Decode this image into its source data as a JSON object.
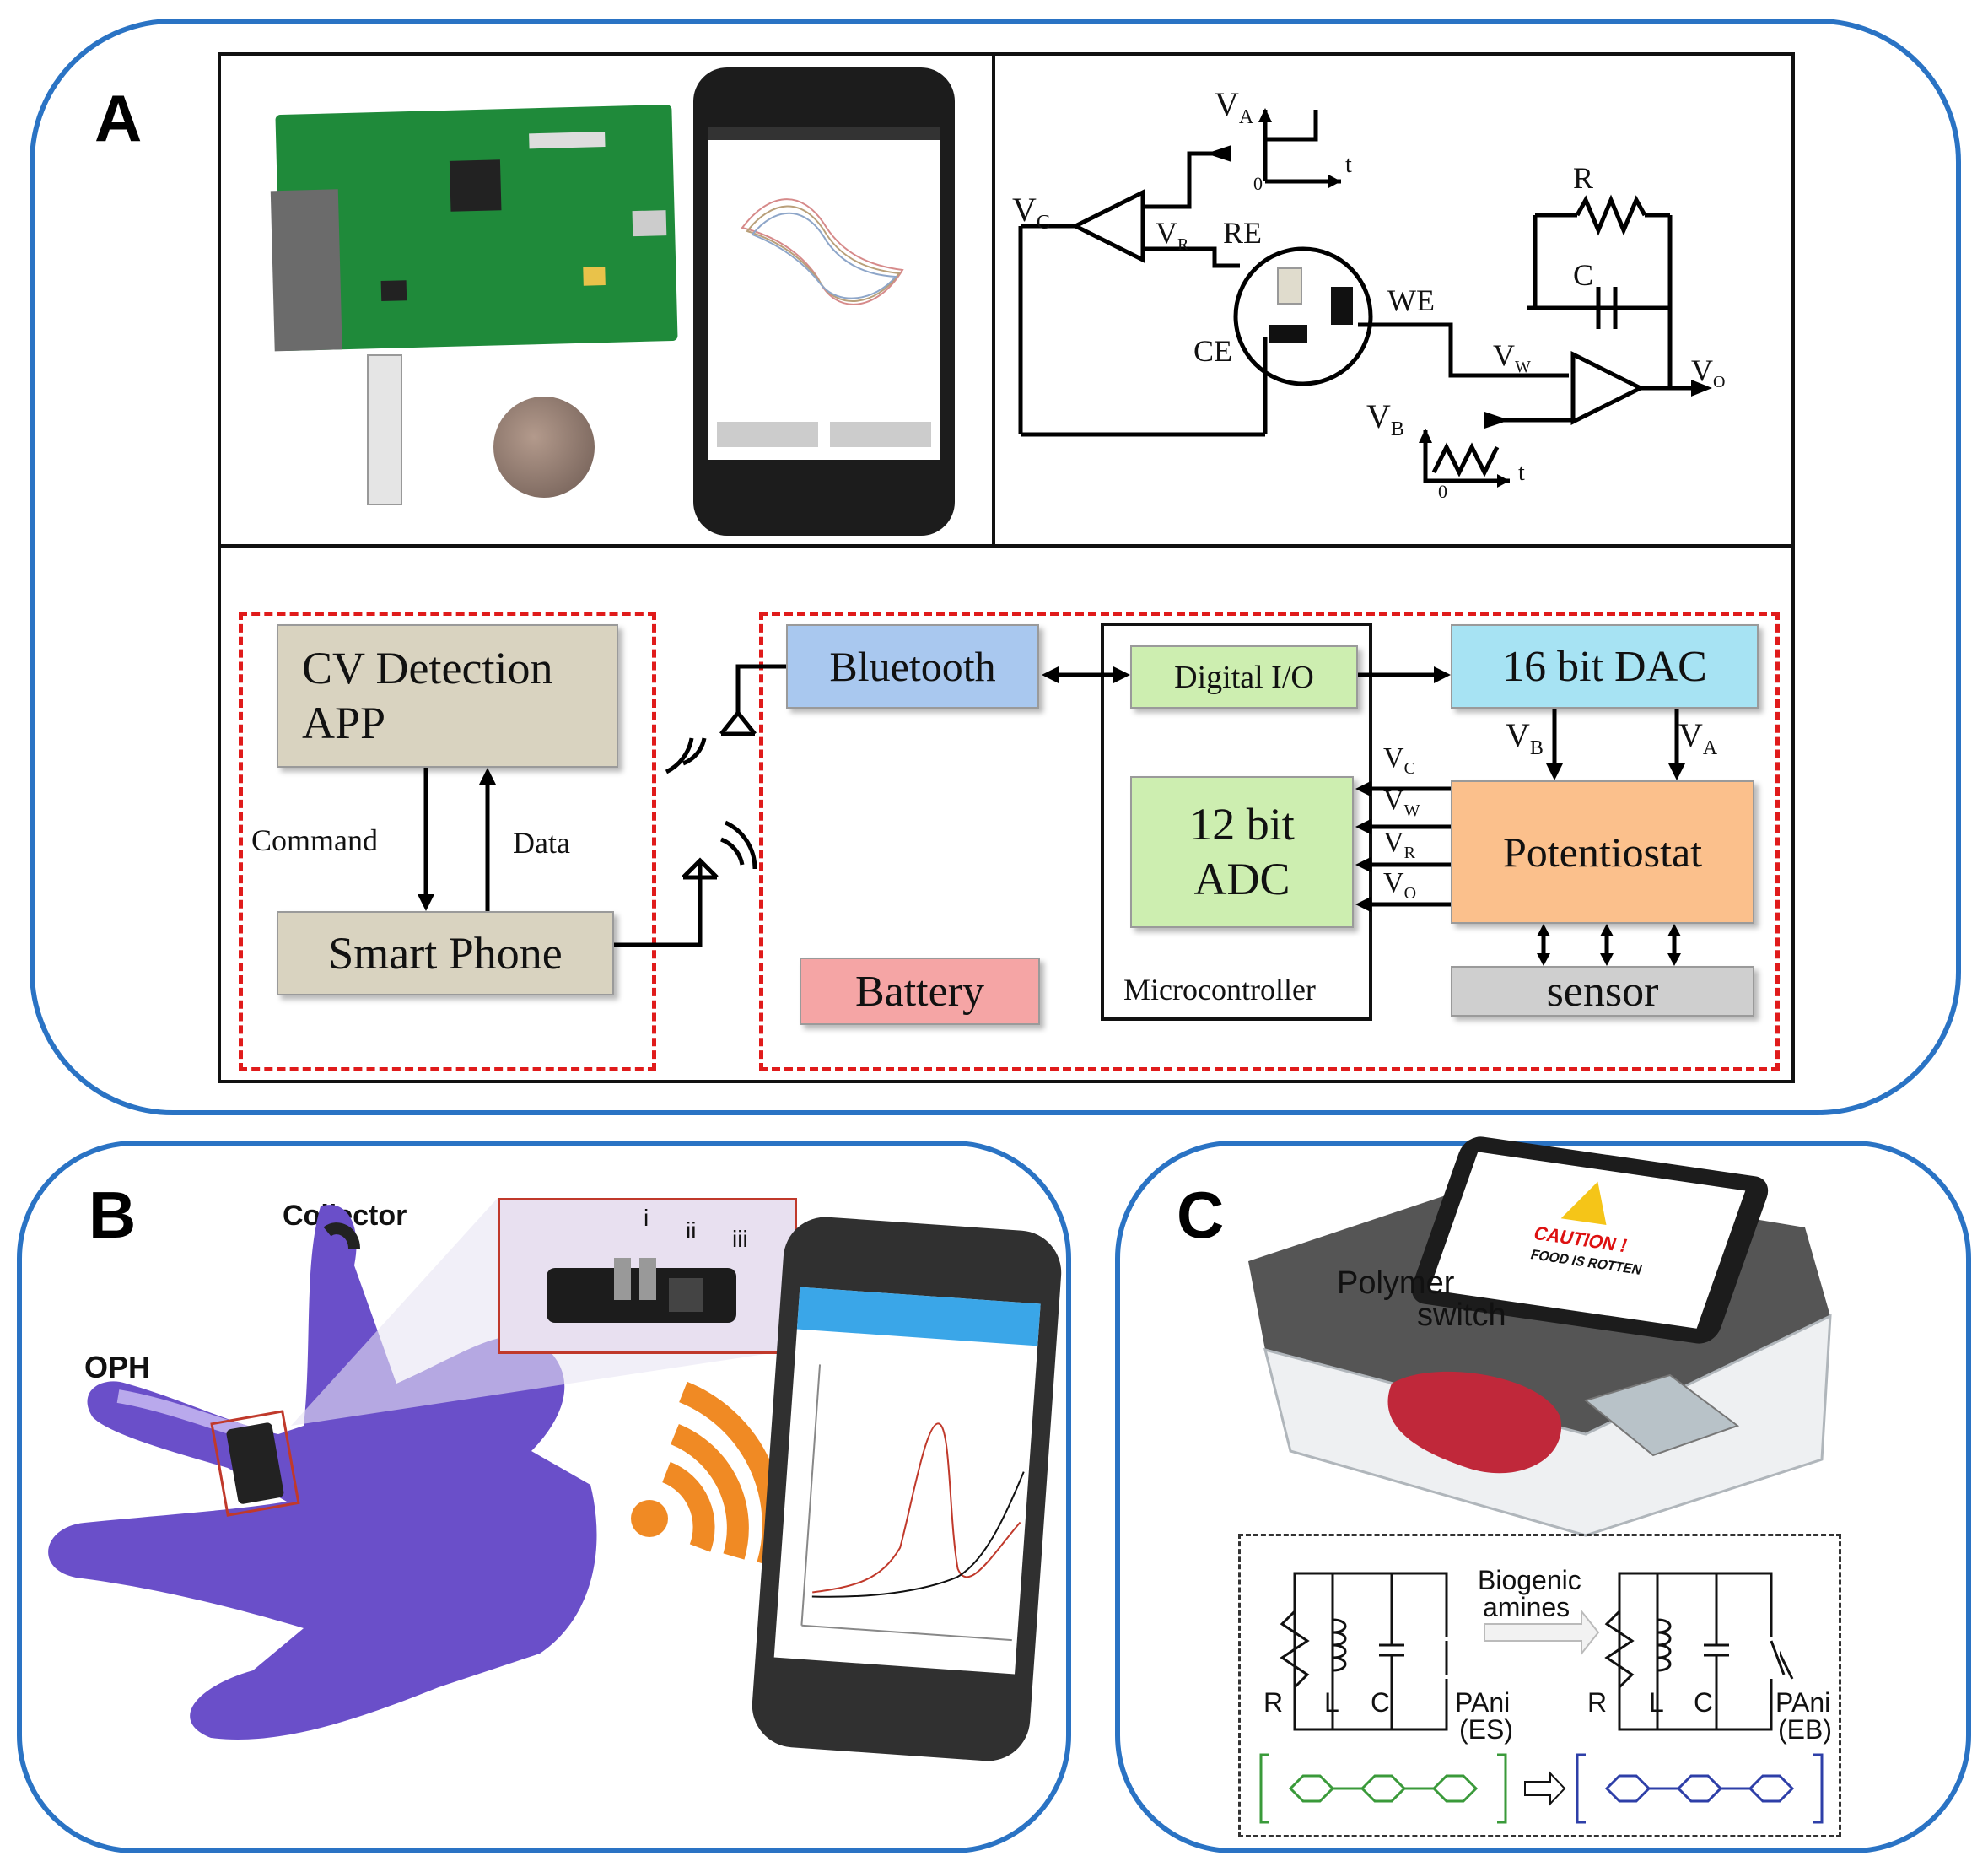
{
  "panels": {
    "a": {
      "letter": "A",
      "circuit": {
        "va": "V",
        "va_sub": "A",
        "vc": "V",
        "vc_sub": "C",
        "vr": "V",
        "vr_sub": "R",
        "re": "RE",
        "we": "WE",
        "ce": "CE",
        "r": "R",
        "c": "C",
        "vw": "V",
        "vw_sub": "W",
        "vo": "V",
        "vo_sub": "O",
        "vb": "V",
        "vb_sub": "B",
        "t1": "t",
        "zero1": "0",
        "t2": "t",
        "zero2": "0"
      },
      "blocks": {
        "cv_app_line1": "CV Detection",
        "cv_app_line2": "APP",
        "command": "Command",
        "data": "Data",
        "smart_phone": "Smart Phone",
        "bluetooth": "Bluetooth",
        "battery": "Battery",
        "digital_io": "Digital I/O",
        "adc_line1": "12 bit",
        "adc_line2": "ADC",
        "microcontroller": "Microcontroller",
        "dac": "16 bit DAC",
        "potentiostat": "Potentiostat",
        "sensor": "sensor",
        "vb": "V",
        "vb_sub": "B",
        "va": "V",
        "va_sub": "A",
        "vc": "V",
        "vc_sub": "C",
        "vw": "V",
        "vw_sub": "W",
        "vr": "V",
        "vr_sub": "R",
        "vo": "V",
        "vo_sub": "O"
      }
    },
    "b": {
      "letter": "B",
      "collector": "Collector",
      "oph": "OPH",
      "i": "i",
      "ii": "ii",
      "iii": "iii"
    },
    "c": {
      "letter": "C",
      "polymer_line1": "Polymer",
      "polymer_line2": "switch",
      "biogenic_line1": "Biogenic",
      "biogenic_line2": "amines",
      "r1": "R",
      "l1": "L",
      "c1": "C",
      "pani1": "PAni",
      "es": "(ES)",
      "r2": "R",
      "l2": "L",
      "c2": "C",
      "pani2": "PAni",
      "eb": "(EB)",
      "caution": "CAUTION !",
      "food": "FOOD IS ROTTEN"
    }
  },
  "colors": {
    "frame": "#2a73c4",
    "dash": "#e01b1b",
    "cv_app": "#d9d3c0",
    "bluetooth": "#a9c8ef",
    "battery": "#f5a5a5",
    "digital_io": "#cdeeb0",
    "adc": "#cdeeb0",
    "dac": "#a7e3f3",
    "potentiostat": "#fbc08c",
    "sensor": "#cfcfcf",
    "glove": "#6a4fc9",
    "wifi": "#f08a24"
  }
}
